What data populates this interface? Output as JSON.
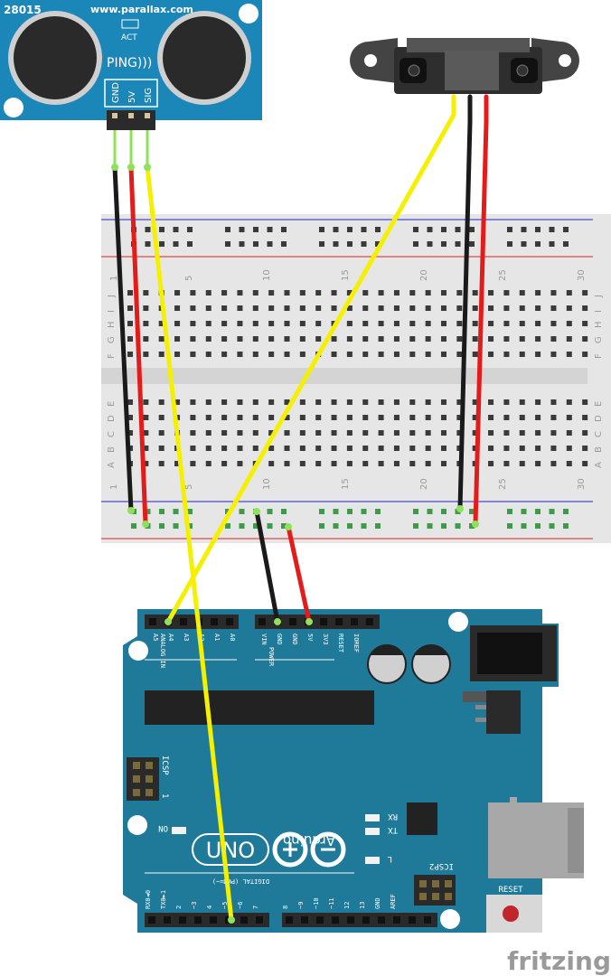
{
  "ping_sensor": {
    "part_number": "28015",
    "url": "www.parallax.com",
    "led_label": "ACT",
    "name": "PING)))",
    "pins": [
      "GND",
      "5V",
      "SIG"
    ]
  },
  "ir_sensor": {},
  "breadboard": {
    "column_numbers": [
      "1",
      "5",
      "10",
      "15",
      "20",
      "25",
      "30"
    ],
    "top_rows": [
      "J",
      "I",
      "H",
      "G",
      "F"
    ],
    "bottom_rows": [
      "E",
      "D",
      "C",
      "B",
      "A"
    ]
  },
  "arduino": {
    "brand": "Arduino",
    "model": "UNO",
    "analog_header_label": "ANALOG IN",
    "analog_pins": [
      "A5",
      "A4",
      "A3",
      "A2",
      "A1",
      "A0"
    ],
    "power_header_label": "POWER",
    "power_pins": [
      "VIN",
      "GND",
      "GND",
      "5V",
      "3V3",
      "RESET",
      "IOREF"
    ],
    "digital_header_label": "DIGITAL (PWM=~)",
    "digital_pins_low": [
      "RX0◄0",
      "TX0►1",
      "2",
      "~3",
      "4",
      "~5",
      "~6",
      "7"
    ],
    "digital_pins_high": [
      "8",
      "~9",
      "~10",
      "~11",
      "12",
      "13",
      "GND",
      "AREF"
    ],
    "icsp_label": "ICSP",
    "icsp2_label": "ICSP2",
    "on_label": "ON",
    "rx_label": "RX",
    "tx_label": "TX",
    "l_label": "L",
    "reset_label": "RESET",
    "icsp_pin1": "1"
  },
  "watermark": "fritzing",
  "colors": {
    "pcb": "#1f7a9a",
    "wire_black": "#111111",
    "wire_red": "#e31b1b",
    "wire_yellow": "#f5f000",
    "wire_green": "#8fe05a",
    "breadboard": "#e6e6e6"
  }
}
